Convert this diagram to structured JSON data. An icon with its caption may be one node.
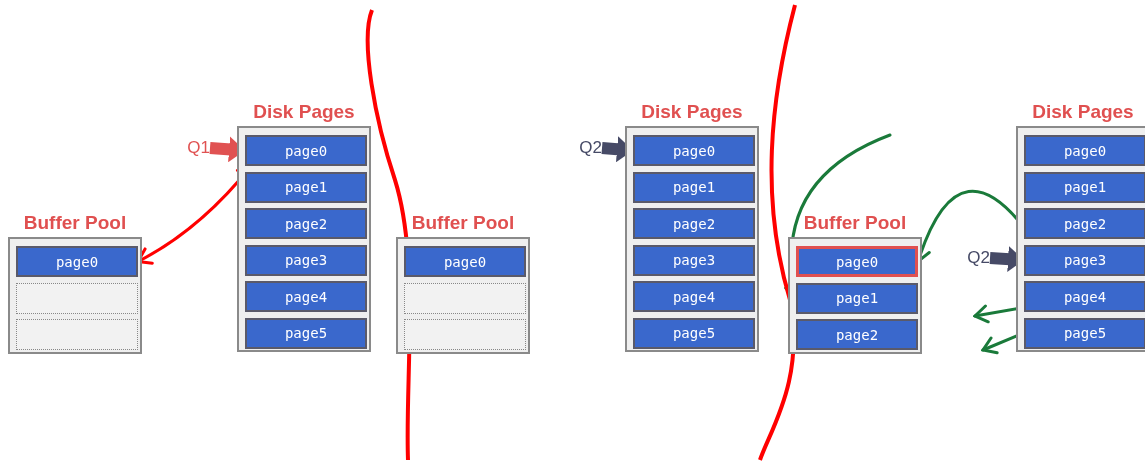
{
  "diagram": {
    "nodes": [
      {
        "text": [
          "Buffer Pool"
        ]
      },
      {
        "text": [
          "page0"
        ],
        "in": 0
      },
      {
        "text": [],
        "shape": "box",
        "in": 0
      },
      {
        "text": [],
        "shape": "box",
        "in": 0
      },
      {
        "text": [
          "Disk Pages"
        ]
      },
      {
        "text": [
          "page0"
        ],
        "in": 4
      },
      {
        "text": [
          "page1"
        ],
        "in": 4
      },
      {
        "text": [
          "page2"
        ],
        "in": 4
      },
      {
        "text": [
          "page3"
        ],
        "in": 4
      },
      {
        "text": [
          "page4"
        ],
        "in": 4
      },
      {
        "text": [
          "page5"
        ],
        "in": 4
      },
      {
        "text": [
          "Q1"
        ]
      },
      {
        "text": [
          "Buffer Pool"
        ]
      },
      {
        "text": [
          "page0"
        ],
        "in": 12
      },
      {
        "text": [],
        "shape": "box",
        "in": 12
      },
      {
        "text": [],
        "shape": "box",
        "in": 12
      },
      {
        "text": [
          "Disk Pages"
        ]
      },
      {
        "text": [
          "page0"
        ],
        "in": 16
      },
      {
        "text": [
          "page1"
        ],
        "in": 16
      },
      {
        "text": [
          "page2"
        ],
        "in": 16
      },
      {
        "text": [
          "page3"
        ],
        "in": 16
      },
      {
        "text": [
          "page4"
        ],
        "in": 16
      },
      {
        "text": [
          "page5"
        ],
        "in": 16
      },
      {
        "text": [
          "Q2"
        ]
      },
      {
        "text": [
          "Buffer Pool"
        ]
      },
      {
        "text": [
          "page0"
        ],
        "in": 24
      },
      {
        "text": [
          "page1"
        ],
        "in": 24
      },
      {
        "text": [
          "page2"
        ],
        "in": 24
      },
      {
        "text": [
          "Disk Pages"
        ]
      },
      {
        "text": [
          "page0"
        ],
        "in": 28
      },
      {
        "text": [
          "page1"
        ],
        "in": 28
      },
      {
        "text": [
          "page2"
        ],
        "in": 28
      },
      {
        "text": [
          "page3"
        ],
        "in": 28
      },
      {
        "text": [
          "page4"
        ],
        "in": 28
      },
      {
        "text": [
          "page5"
        ],
        "in": 28
      },
      {
        "text": [
          "Q2"
        ]
      }
    ],
    "edges": [
      {
        "from": 11,
        "to": 5,
        "arrow": "to",
        "style": "thick",
        "color": "#e05252"
      },
      {
        "from": 5,
        "to": 1,
        "arrow": "both",
        "color": "#ff0000"
      },
      {
        "from": 23,
        "to": 17,
        "arrow": "to",
        "style": "thick",
        "color": "#464a66"
      },
      {
        "from": 35,
        "to": 32,
        "arrow": "to",
        "style": "thick",
        "color": "#464a66"
      },
      {
        "from": 32,
        "to": 25,
        "arrow": "to",
        "color": "#1a7a3a"
      },
      {
        "from": null,
        "to": 26,
        "arrow": "to",
        "color": "#1a7a3a"
      },
      {
        "from": 33,
        "to": null,
        "arrow": "to",
        "color": "#1a7a3a"
      },
      {
        "from": 34,
        "to": null,
        "arrow": "to",
        "color": "#1a7a3a"
      }
    ]
  }
}
